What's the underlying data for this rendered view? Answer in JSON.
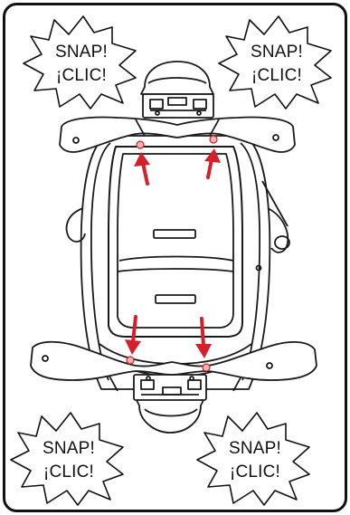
{
  "callouts": [
    {
      "line1": "SNAP!",
      "line2": "¡CLIC!"
    },
    {
      "line1": "SNAP!",
      "line2": "¡CLIC!"
    },
    {
      "line1": "SNAP!",
      "line2": "¡CLIC!"
    },
    {
      "line1": "SNAP!",
      "line2": "¡CLIC!"
    }
  ],
  "colors": {
    "frame": "#111111",
    "line": "#1a1a1a",
    "arrow": "#d4202a",
    "snap_point_fill": "#f2b5b5"
  }
}
